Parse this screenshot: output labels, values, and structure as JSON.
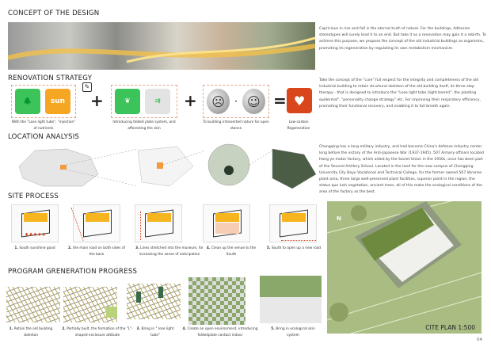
{
  "sections": {
    "concept": "CONCEPT OF THE DESIGN",
    "renovation": "RENOVATION STRATEGY",
    "location": "LOCATION ANALYSIS",
    "site_process": "SITE PROCESS",
    "program": "PROGRAM GRENERATION PROGRESS"
  },
  "paragraphs": [
    "Capricious in rise and fall is the eternal truth of nature. For the buildings, Adhesion stereotypes will surely lead it to an end. But take it as a renovation may gain it a rebirth. To achieve this purpose, we propose the concept of the old industrial buildings as organisms, promoting its regeneration by regulating its own metabolism mechanism.",
    "Take the concept of the \"cure\" full respect for the integrity and completeness of the old industrial building to retain structural skeleton of the old building itself, its three step therapy - that is designed to introduce the \"Lose light tube (light barrel)\", the planting epidermal\", \"personality change strategy\" etc. For improving their respiratory efficiency, promoting their functional recovery, and enabling it to full breath again.",
    "Chongqing has a long military industry, and had become China's defense industry center long before the victory of the Anti-Japanese War (1937-1945). 507 Armory officers located Hong ye motor factory, which aided by the Soviet Union in the 1950s, once has been part of the Second Artillery School. Located in the land for the new campus of Chongqing University City Bayu Vocational and Technical College, for the former owned 507 libraries plant area, three large well-preserved plant facilities, superior plant in the region, the status quo lush vegetation, ancient trees, all of this make the ecological conditions of the area of the factory as the best."
  ],
  "strategy": {
    "sun_label": "sun",
    "captions": [
      "With the \"Lose light tube\", \"injection\" of nutrients",
      "Introducing folded plate system, and afforesting the skin",
      "To building introverted nature for open stance",
      "Low-carbon Regeneration"
    ],
    "plus": "+",
    "equals": "=",
    "dot": "•"
  },
  "site_steps": [
    {
      "n": "1.",
      "t": "South sunshine good"
    },
    {
      "n": "2.",
      "t": "the main road on both sides of the base"
    },
    {
      "n": "3.",
      "t": "Lines stretched into the museum, for increasing the sense of anticipation"
    },
    {
      "n": "4.",
      "t": "Clean up the venue to the South"
    },
    {
      "n": "5.",
      "t": "South to open up a new road"
    }
  ],
  "program_steps": [
    {
      "n": "1.",
      "t": "Retain the old building skeleton"
    },
    {
      "n": "2.",
      "t": "Partially built, the formation of the \"L\"-shaped enclosure attitude"
    },
    {
      "n": "3.",
      "t": "Bring in \" lose light tube\""
    },
    {
      "n": "4.",
      "t": "Create an open environment, introducing foldedplate contact indoor"
    },
    {
      "n": "5.",
      "t": "Bring in ecological skin system"
    }
  ],
  "site_plan": {
    "label": "CITE PLAN 1:500",
    "north": "N"
  },
  "page_number": "04",
  "colors": {
    "green": "#3cc45a",
    "orange": "#f5a623",
    "red": "#d9461c",
    "yellow": "#f6b51e"
  }
}
